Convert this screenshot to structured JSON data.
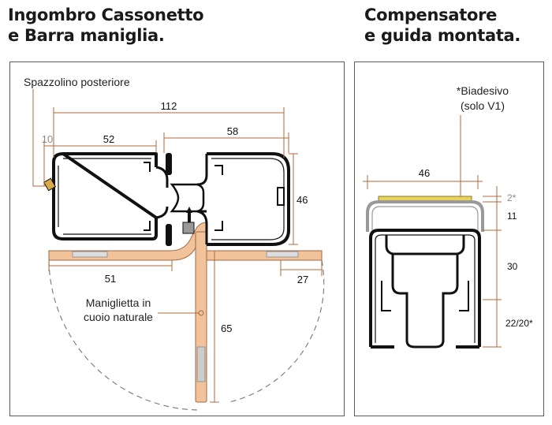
{
  "left_title": {
    "line1": "Ingombro Cassonetto",
    "line2": "e Barra maniglia."
  },
  "right_title": {
    "line1": "Compensatore",
    "line2": "e guida montata."
  },
  "left_diagram": {
    "label_brush": "Spazzolino posteriore",
    "label_handle_line1": "Maniglietta in",
    "label_handle_line2": "cuoio naturale",
    "dims": {
      "total": "112",
      "d10": "10",
      "d52": "52",
      "d58": "58",
      "d46": "46",
      "d51": "51",
      "d27": "27",
      "d65": "65"
    }
  },
  "right_diagram": {
    "label_adhesive_line1": "*Biadesivo",
    "label_adhesive_line2": "(solo V1)",
    "dims": {
      "d46": "46",
      "d2": "2*",
      "d11": "11",
      "d30": "30",
      "d22": "22/20*"
    }
  },
  "colors": {
    "leather": "#f2c39b",
    "leather_stroke": "#9c6a44",
    "profile": "#111111",
    "adhesive": "#e9d25a",
    "dim_line": "#b06a3a"
  }
}
